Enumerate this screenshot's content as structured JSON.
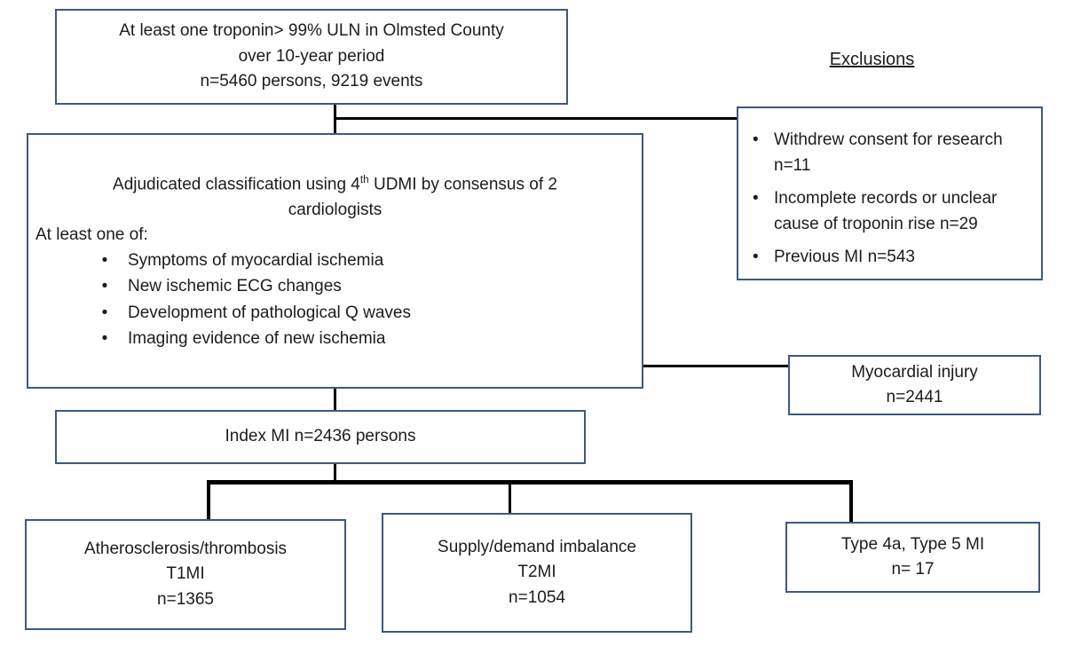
{
  "colors": {
    "box_border": "#41587e",
    "connector": "#000000",
    "text": "#1c1c1c",
    "background": "#ffffff"
  },
  "top_box": {
    "lines": [
      "At least one troponin> 99% ULN in Olmsted County",
      "over 10-year period",
      "n=5460 persons, 9219 events"
    ]
  },
  "exclusions": {
    "heading": "Exclusions",
    "items": [
      "Withdrew consent for research n=11",
      "Incomplete records or unclear cause of troponin rise n=29",
      "Previous MI n=543"
    ]
  },
  "adjudication_box": {
    "title_pre": "Adjudicated classification using 4",
    "title_sup": "th",
    "title_post": " UDMI by consensus of 2",
    "title_line2": "cardiologists",
    "subheading": "At least one of:",
    "criteria": [
      "Symptoms of myocardial ischemia",
      "New ischemic ECG changes",
      "Development of pathological Q waves",
      "Imaging evidence of new ischemia"
    ]
  },
  "myocardial_injury_box": {
    "line1": "Myocardial injury",
    "line2": "n=2441"
  },
  "index_mi_box": {
    "label": "Index MI n=2436 persons"
  },
  "t1mi_box": {
    "line1": "Atherosclerosis/thrombosis",
    "line2": "T1MI",
    "line3": "n=1365"
  },
  "t2mi_box": {
    "line1": "Supply/demand imbalance",
    "line2": "T2MI",
    "line3": "n=1054"
  },
  "type4a_5_box": {
    "line1": "Type 4a, Type 5 MI",
    "line2": "n= 17"
  }
}
